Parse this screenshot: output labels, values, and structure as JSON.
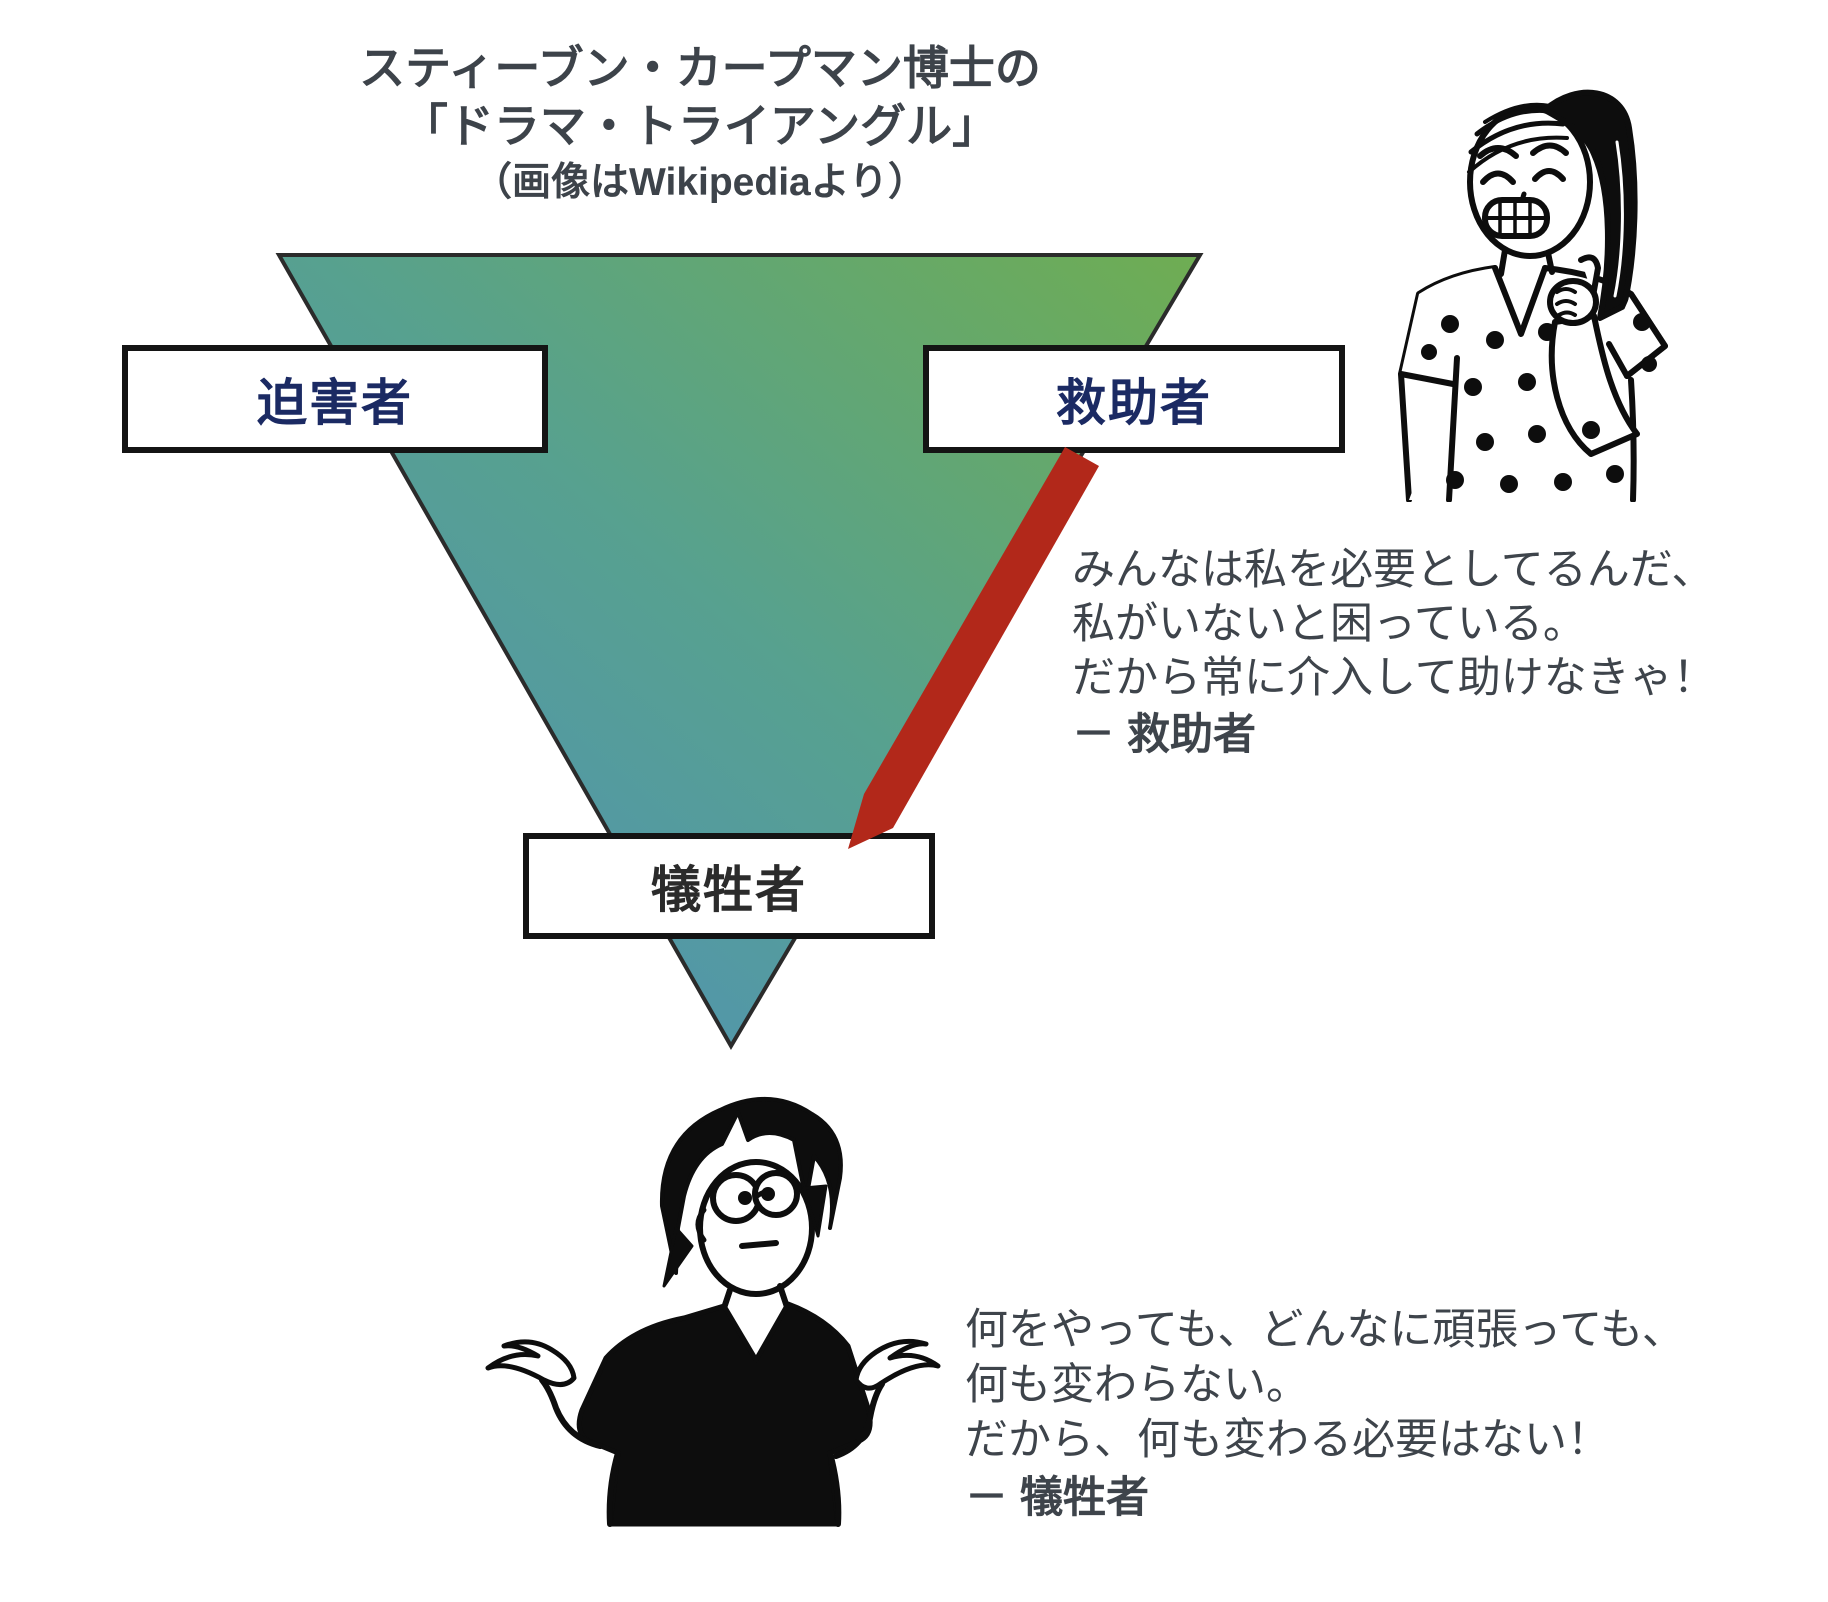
{
  "title": {
    "lines": [
      "スティーブン・カープマン博士の",
      "「ドラマ・トライアングル」",
      "（画像はWikipediaより）"
    ]
  },
  "triangle": {
    "roles": {
      "persecutor": "迫害者",
      "rescuer": "救助者",
      "victim": "犠牲者"
    },
    "gradient": {
      "blue": "#4f8fbe",
      "teal": "#57a18f",
      "green": "#6fad52"
    },
    "border_color": "#2b2b2b"
  },
  "arrow": {
    "color": "#b2281a",
    "from": "救助者",
    "to": "犠牲者"
  },
  "quotes": {
    "rescuer": {
      "lines": [
        "みんなは私を必要としてるんだ、",
        "私がいないと困っている。",
        "だから常に介入して助けなきゃ！"
      ],
      "attribution": "－ 救助者"
    },
    "victim": {
      "lines": [
        "何をやっても、どんなに頑張っても、",
        "何も変わらない。",
        "だから、何も変わる必要はない！"
      ],
      "attribution": "－ 犠牲者"
    }
  },
  "colors": {
    "body_text": "#3e444b",
    "role_label_navy": "#1b2a63",
    "role_label_dark": "#2b2b2b",
    "arrow_red": "#b2281a"
  }
}
